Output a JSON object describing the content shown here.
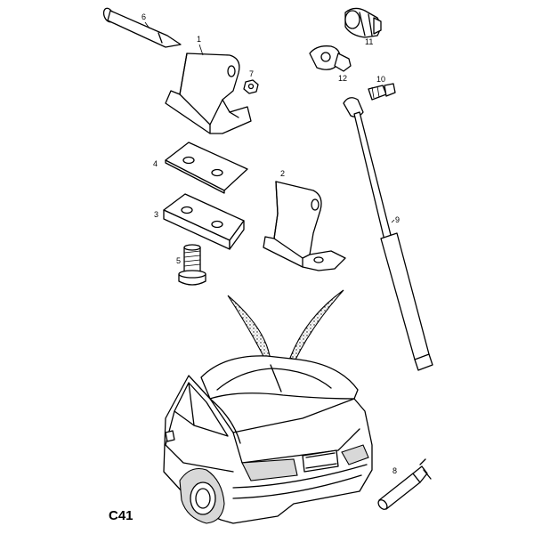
{
  "diagram_code": "C41",
  "callouts": {
    "p1": "1",
    "p2": "2",
    "p3": "3",
    "p4": "4",
    "p5": "5",
    "p6": "6",
    "p7": "7",
    "p8": "8",
    "p9": "9",
    "p10": "10",
    "p11": "11",
    "p12": "12"
  }
}
